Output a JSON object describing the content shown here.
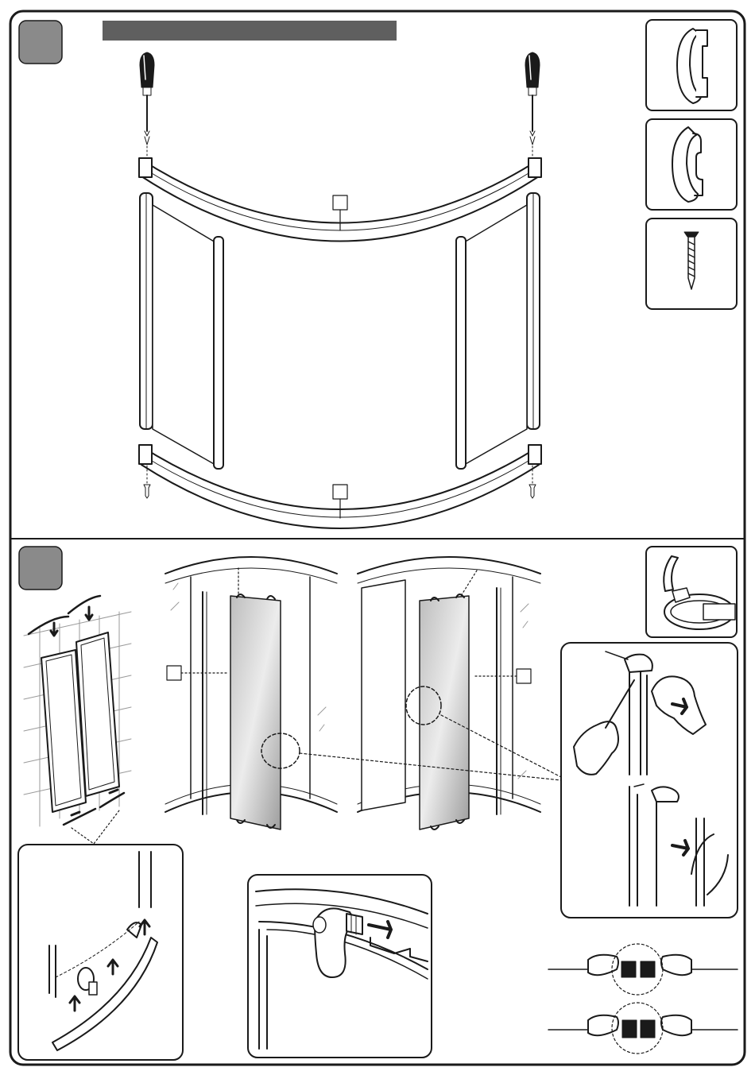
{
  "page": {
    "background": "#ffffff",
    "line_color": "#1a1a1a",
    "badge_color": "#8a8a8a",
    "title_bar_color": "#5f5f5f",
    "glass_color": "#d9d9d9"
  },
  "step1": {
    "badge_text": "",
    "title_text": "",
    "callouts": [
      "",
      ""
    ],
    "parts": [
      "rail-clip-profile",
      "rail-clip-profile-alt",
      "fixing-screw"
    ],
    "icons": [
      "screwdriver-icon",
      "screwdriver-icon"
    ]
  },
  "step2": {
    "badge_text": "",
    "callouts": [
      "",
      ""
    ],
    "icons": [
      "seal-profile-icon",
      "hand-icon",
      "roller-icon",
      "magnet-seal-icon"
    ]
  }
}
